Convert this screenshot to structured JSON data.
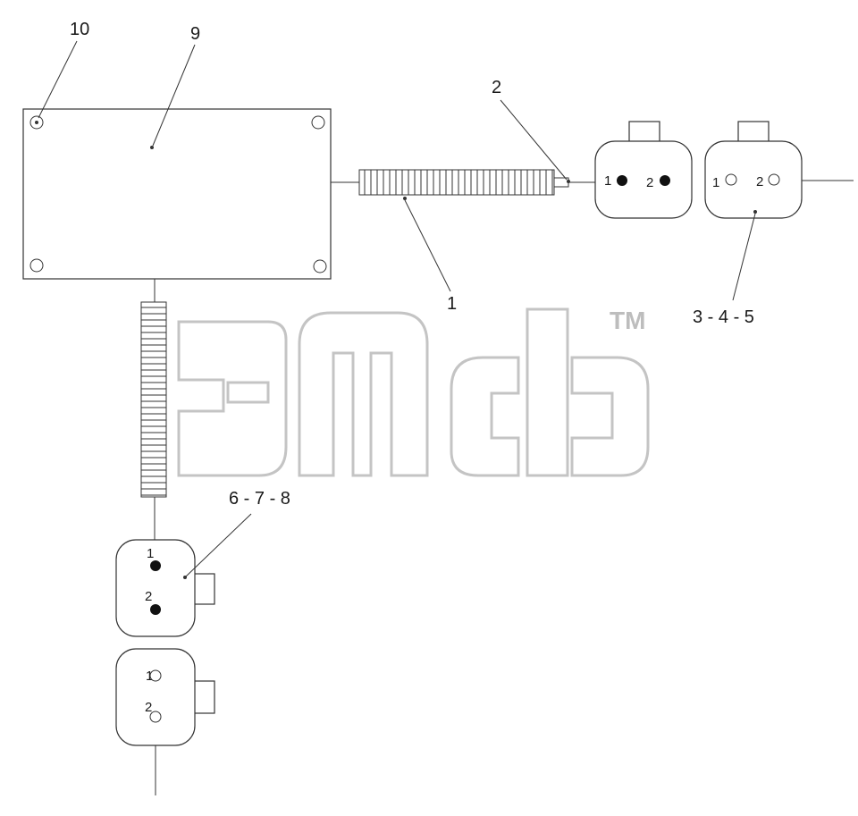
{
  "watermark": {
    "trademark": "TM",
    "color": "#bdbdbd"
  },
  "callouts": {
    "c1": "1",
    "c2": "2",
    "c345": "3 - 4 - 5",
    "c678": "6 - 7 - 8",
    "c9": "9",
    "c10": "10"
  },
  "connectors": {
    "right_plug": {
      "pin1": "1",
      "pin2": "2"
    },
    "right_socket": {
      "pin1": "1",
      "pin2": "2"
    },
    "bottom_plug": {
      "pin1": "1",
      "pin2": "2"
    },
    "bottom_socket": {
      "pin1": "1",
      "pin2": "2"
    }
  },
  "colors": {
    "line": "#333333",
    "pin_filled": "#111111"
  }
}
